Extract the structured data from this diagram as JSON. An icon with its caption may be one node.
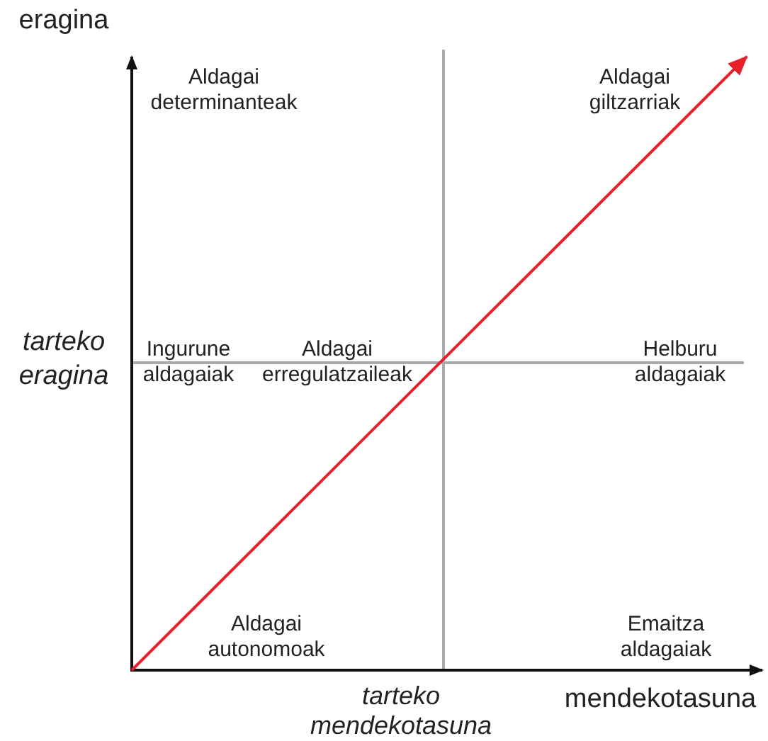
{
  "diagram": {
    "labels": [
      "eragina",
      "Aldagai determinanteak",
      "Aldagai giltzarriak",
      "tarteko eragina",
      "Ingurune aldagaiak",
      "Aldagai erregulatzaileak",
      "Helburu aldagaiak",
      "Aldagai autonomoak",
      "Emaitza aldagaiak",
      "tarteko mendekotasuna",
      "mendekotasuna"
    ]
  }
}
